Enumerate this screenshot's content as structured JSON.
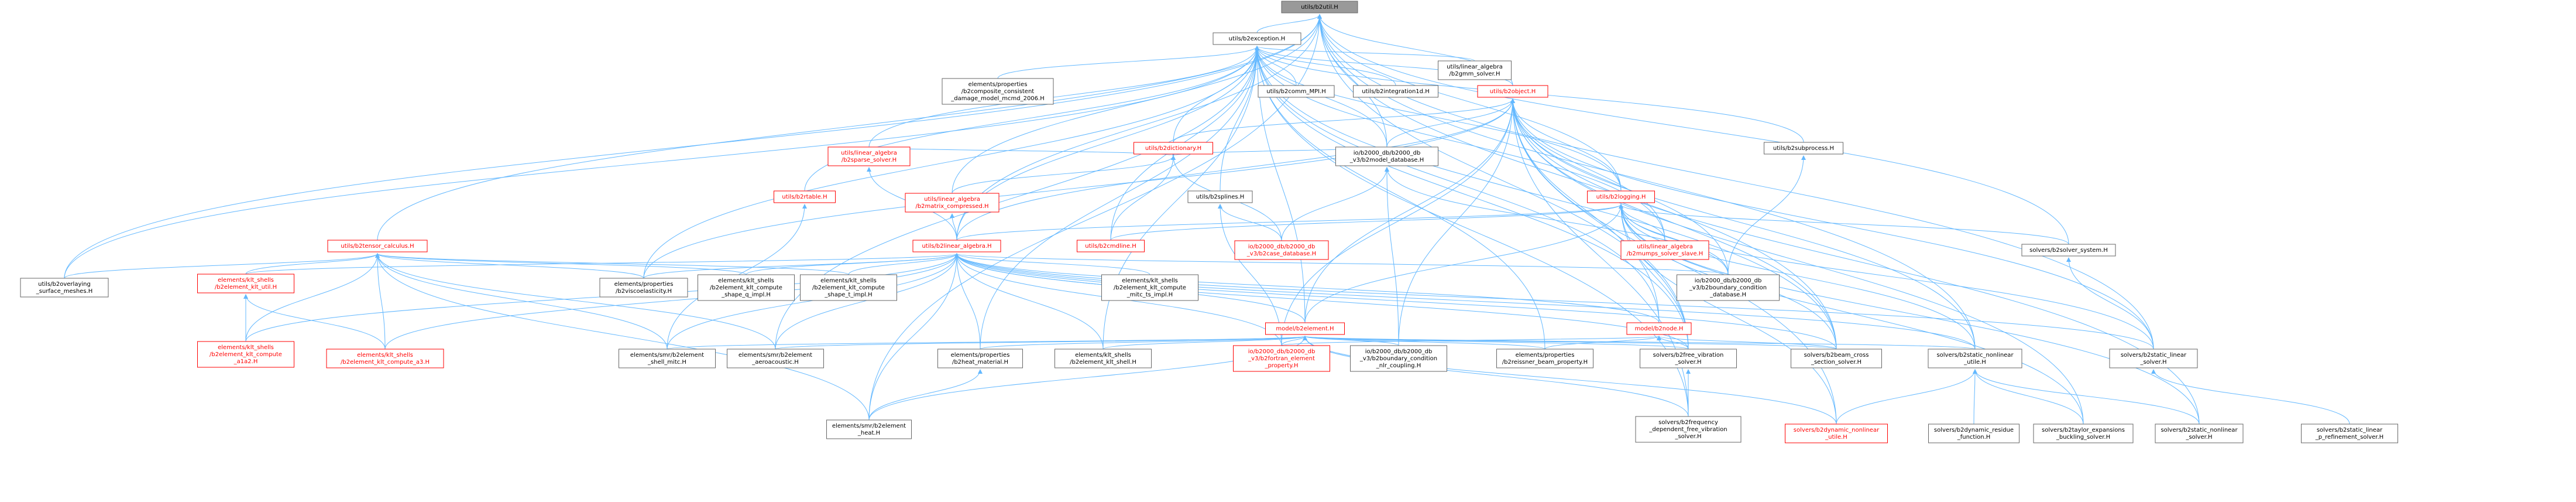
{
  "colors": {
    "root_fill": "#999999",
    "node_fill": "#ffffff",
    "node_stroke": "#666666",
    "node_text": "#000000",
    "red_node_stroke": "#ff0000",
    "red_node_text": "#ff0000",
    "edge": "#63b8ff"
  },
  "nodes": [
    {
      "id": "n0",
      "lines": [
        "utils/b2util.H"
      ],
      "root": true
    },
    {
      "id": "n1",
      "lines": [
        "utils/b2exception.H"
      ]
    },
    {
      "id": "n2",
      "lines": [
        "utils/b2object.H"
      ],
      "red": true
    },
    {
      "id": "n3",
      "lines": [
        "elements/properties",
        "/b2composite_consistent",
        "_damage_model_mcmd_2006.H"
      ]
    },
    {
      "id": "n4",
      "lines": [
        "utils/b2comm_MPI.H"
      ]
    },
    {
      "id": "n5",
      "lines": [
        "utils/b2integration1d.H"
      ]
    },
    {
      "id": "n6",
      "lines": [
        "utils/linear_algebra",
        "/b2gmm_solver.H"
      ]
    },
    {
      "id": "n7",
      "lines": [
        "utils/b2subprocess.H"
      ]
    },
    {
      "id": "n8",
      "lines": [
        "utils/b2dictionary.H"
      ],
      "red": true
    },
    {
      "id": "n9",
      "lines": [
        "io/b2000_db/b2000_db",
        "_v3/b2model_database.H"
      ]
    },
    {
      "id": "n10",
      "lines": [
        "utils/linear_algebra",
        "/b2sparse_solver.H"
      ],
      "red": true
    },
    {
      "id": "n11",
      "lines": [
        "utils/linear_algebra",
        "/b2matrix_compressed.H"
      ],
      "red": true
    },
    {
      "id": "n12",
      "lines": [
        "utils/b2rtable.H"
      ],
      "red": true
    },
    {
      "id": "n13",
      "lines": [
        "utils/b2splines.H"
      ]
    },
    {
      "id": "n14",
      "lines": [
        "utils/b2logging.H"
      ],
      "red": true
    },
    {
      "id": "n15",
      "lines": [
        "utils/b2tensor_calculus.H"
      ],
      "red": true
    },
    {
      "id": "n16",
      "lines": [
        "utils/b2linear_algebra.H"
      ],
      "red": true
    },
    {
      "id": "n17",
      "lines": [
        "utils/b2cmdline.H"
      ],
      "red": true
    },
    {
      "id": "n18",
      "lines": [
        "io/b2000_db/b2000_db",
        "_v3/b2case_database.H"
      ],
      "red": true
    },
    {
      "id": "n19",
      "lines": [
        "utils/linear_algebra",
        "/b2mumps_solver_slave.H"
      ],
      "red": true
    },
    {
      "id": "n20",
      "lines": [
        "solvers/b2solver_system.H"
      ]
    },
    {
      "id": "n21",
      "lines": [
        "utils/b2overlaying",
        "_surface_meshes.H"
      ]
    },
    {
      "id": "n22",
      "lines": [
        "elements/klt_shells",
        "/b2element_klt_util.H"
      ],
      "red": true
    },
    {
      "id": "n23",
      "lines": [
        "elements/properties",
        "/b2viscoelasticity.H"
      ]
    },
    {
      "id": "n24",
      "lines": [
        "elements/klt_shells",
        "/b2element_klt_compute",
        "_shape_q_impl.H"
      ]
    },
    {
      "id": "n25",
      "lines": [
        "elements/klt_shells",
        "/b2element_klt_compute",
        "_shape_t_impl.H"
      ]
    },
    {
      "id": "n26",
      "lines": [
        "elements/klt_shells",
        "/b2element_klt_compute",
        "_mitc_ts_impl.H"
      ]
    },
    {
      "id": "n27",
      "lines": [
        "io/b2000_db/b2000_db",
        "_v3/b2boundary_condition",
        "_database.H"
      ]
    },
    {
      "id": "n28",
      "lines": [
        "model/b2element.H"
      ],
      "red": true
    },
    {
      "id": "n29",
      "lines": [
        "model/b2node.H"
      ],
      "red": true
    },
    {
      "id": "n30",
      "lines": [
        "elements/klt_shells",
        "/b2element_klt_compute",
        "_a1a2.H"
      ],
      "red": true
    },
    {
      "id": "n31",
      "lines": [
        "elements/klt_shells",
        "/b2element_klt_compute_a3.H"
      ],
      "red": true
    },
    {
      "id": "n32",
      "lines": [
        "elements/smr/b2element",
        "_shell_mitc.H"
      ]
    },
    {
      "id": "n33",
      "lines": [
        "elements/smr/b2element",
        "_aeroacoustic.H"
      ]
    },
    {
      "id": "n34",
      "lines": [
        "elements/properties",
        "/b2heat_material.H"
      ]
    },
    {
      "id": "n35",
      "lines": [
        "elements/klt_shells",
        "/b2element_klt_shell.H"
      ]
    },
    {
      "id": "n36",
      "lines": [
        "io/b2000_db/b2000_db",
        "_v3/b2fortran_element",
        "_property.H"
      ],
      "red": true
    },
    {
      "id": "n37",
      "lines": [
        "io/b2000_db/b2000_db",
        "_v3/b2boundary_condition",
        "_nlr_coupling.H"
      ]
    },
    {
      "id": "n38",
      "lines": [
        "elements/properties",
        "/b2reissner_beam_property.H"
      ]
    },
    {
      "id": "n39",
      "lines": [
        "solvers/b2free_vibration",
        "_solver.H"
      ]
    },
    {
      "id": "n40",
      "lines": [
        "solvers/b2beam_cross",
        "_section_solver.H"
      ]
    },
    {
      "id": "n41",
      "lines": [
        "solvers/b2static_nonlinear",
        "_utile.H"
      ]
    },
    {
      "id": "n42",
      "lines": [
        "solvers/b2static_linear",
        "_solver.H"
      ]
    },
    {
      "id": "n43",
      "lines": [
        "elements/smr/b2element",
        "_heat.H"
      ]
    },
    {
      "id": "n44",
      "lines": [
        "solvers/b2frequency",
        "_dependent_free_vibration",
        "_solver.H"
      ]
    },
    {
      "id": "n45",
      "lines": [
        "solvers/b2dynamic_nonlinear",
        "_utile.H"
      ],
      "red": true
    },
    {
      "id": "n46",
      "lines": [
        "solvers/b2dynamic_residue",
        "_function.H"
      ]
    },
    {
      "id": "n47",
      "lines": [
        "solvers/b2taylor_expansions",
        "_buckling_solver.H"
      ]
    },
    {
      "id": "n48",
      "lines": [
        "solvers/b2static_nonlinear",
        "_solver.H"
      ]
    },
    {
      "id": "n49",
      "lines": [
        "solvers/b2static_linear",
        "_p_refinement_solver.H"
      ]
    }
  ]
}
